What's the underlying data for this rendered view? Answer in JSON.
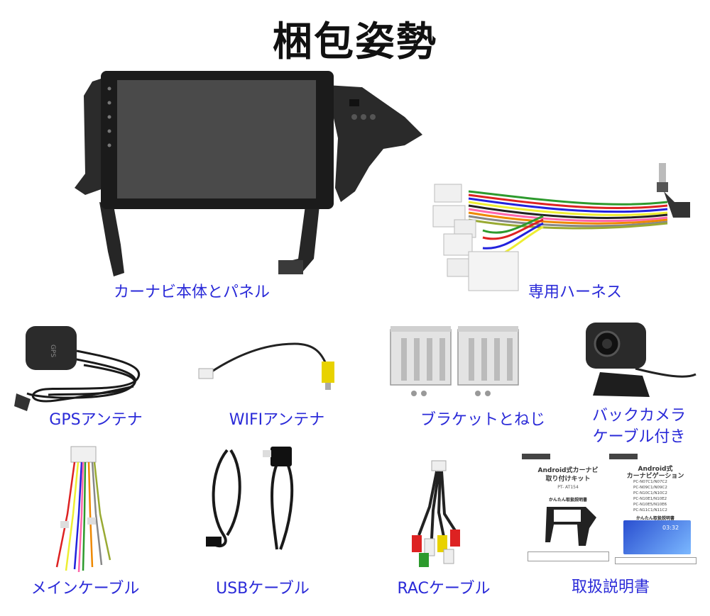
{
  "title": "梱包姿勢",
  "items": [
    {
      "label": "カーナビ本体とパネル"
    },
    {
      "label": "専用ハーネス"
    },
    {
      "label": "GPSアンテナ"
    },
    {
      "label": "WIFIアンテナ"
    },
    {
      "label": "ブラケットとねじ"
    },
    {
      "label": "バックカメラ\nケーブル付き",
      "line1": "バックカメラ",
      "line2": "ケーブル付き"
    },
    {
      "label": "メインケーブル"
    },
    {
      "label": "USBケーブル"
    },
    {
      "label": "RACケーブル"
    },
    {
      "label": "取扱説明書"
    }
  ],
  "gps_text": "GPS",
  "manual_left": {
    "title1": "Android式カーナビ",
    "title2": "取り付けキット",
    "code": "PT- AT154",
    "heading": "かんたん取扱説明書"
  },
  "manual_right": {
    "title1": "Android式",
    "title2": "カーナビゲーション",
    "models": [
      "PC-N07C1/N07C2",
      "PC-N09C1/N09C2",
      "PC-N10C1/N10C2",
      "PC-N10E1/N10E2",
      "PC-N10E5/N10E6",
      "PC-N11C1/N11C2"
    ],
    "heading": "かんたん取扱説明書",
    "screen_time": "03:32"
  },
  "colors": {
    "label": "#2a2ad8",
    "title": "#111111"
  }
}
